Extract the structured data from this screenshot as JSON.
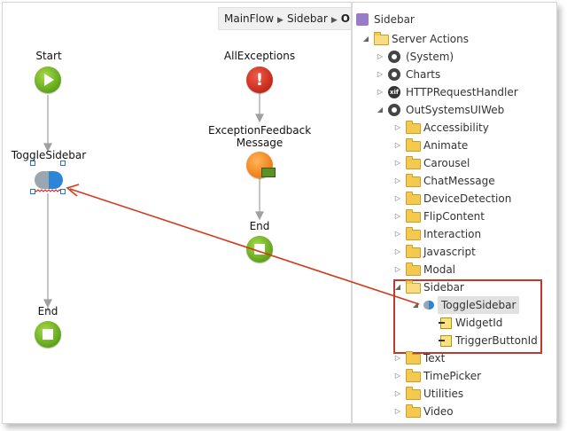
{
  "breadcrumb": {
    "items": [
      "MainFlow",
      "Sidebar"
    ],
    "current": "Ok"
  },
  "flow": {
    "start_label": "Start",
    "toggle_label": "ToggleSidebar",
    "end1_label": "End",
    "exceptions_label": "AllExceptions",
    "feedback_label_1": "ExceptionFeedback",
    "feedback_label_2": "Message",
    "end2_label": "End"
  },
  "tree": {
    "root_label": "Sidebar",
    "server_actions": "Server Actions",
    "system": "(System)",
    "charts": "Charts",
    "http": "HTTPRequestHandler",
    "outsystems": "OutSystemsUIWeb",
    "folders": [
      "Accessibility",
      "Animate",
      "Carousel",
      "ChatMessage",
      "DeviceDetection",
      "FlipContent",
      "Interaction",
      "Javascript",
      "Modal"
    ],
    "sidebar_folder": "Sidebar",
    "toggle_action": "ToggleSidebar",
    "params": [
      "WidgetId",
      "TriggerButtonId"
    ],
    "after_folders": [
      "Text",
      "TimePicker",
      "Utilities",
      "Video"
    ]
  },
  "colors": {
    "accent_red": "#c0392b",
    "link_line": "#d33a1a",
    "green": "#5ea418",
    "orange": "#f07c14"
  }
}
